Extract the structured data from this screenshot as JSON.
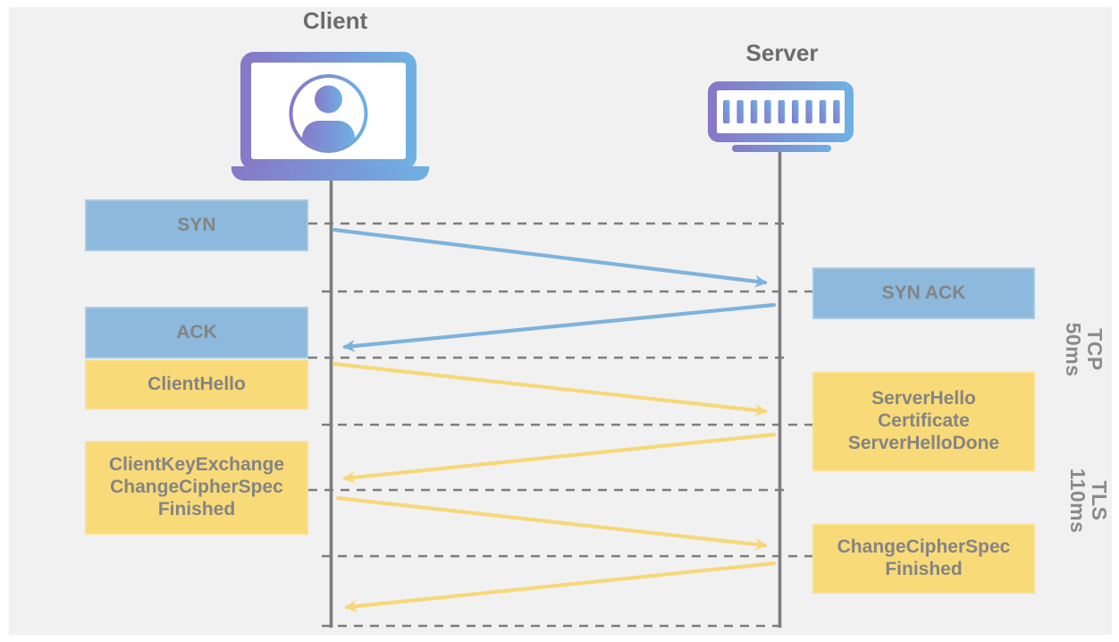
{
  "actors": {
    "client": {
      "label": "Client",
      "icon": "laptop-user-icon"
    },
    "server": {
      "label": "Server",
      "icon": "server-rack-icon"
    }
  },
  "messages": [
    {
      "label": "SYN",
      "from": "client",
      "to": "server",
      "protocol": "TCP"
    },
    {
      "label": "SYN ACK",
      "from": "server",
      "to": "client",
      "protocol": "TCP"
    },
    {
      "label": "ACK",
      "from": "client",
      "to": "server",
      "protocol": "TCP"
    },
    {
      "label": "ClientHello",
      "from": "client",
      "to": "server",
      "protocol": "TLS"
    },
    {
      "label": "ServerHello\nCertificate\nServerHelloDone",
      "from": "server",
      "to": "client",
      "protocol": "TLS"
    },
    {
      "label": "ClientKeyExchange\nChangeCipherSpec\nFinished",
      "from": "client",
      "to": "server",
      "protocol": "TLS"
    },
    {
      "label": "ChangeCipherSpec\nFinished",
      "from": "server",
      "to": "client",
      "protocol": "TLS"
    }
  ],
  "phases": [
    {
      "label": "TCP\n50ms"
    },
    {
      "label": "TLS\n110ms"
    }
  ],
  "colors": {
    "background": "#f1f1f2",
    "tcp_box": "#8cb9dc",
    "tls_box": "#f8da78",
    "box_text": "#848484",
    "title_text": "#6c6c6c",
    "phase_text": "#8b8b8b",
    "line_gray": "#7d7d7d",
    "arrow_blue": "#7db3dc",
    "arrow_yellow": "#f7d878",
    "icon_gradient_start": "#8679c7",
    "icon_gradient_end": "#6fb0e3"
  }
}
